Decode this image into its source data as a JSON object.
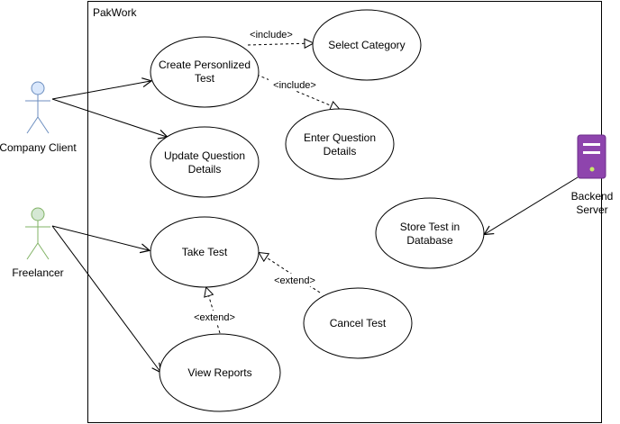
{
  "system": {
    "name": "PakWork"
  },
  "actors": {
    "company_client": {
      "label": "Company Client",
      "color": "#6c8ebf",
      "fill": "#dae8fc"
    },
    "freelancer": {
      "label": "Freelancer",
      "color": "#82b366",
      "fill": "#d5e8d4"
    },
    "backend_server": {
      "label_line1": "Backend",
      "label_line2": "Server",
      "icon": "server-icon",
      "color": "#9673a6",
      "fill": "#8e44ad"
    }
  },
  "use_cases": {
    "create_test": {
      "line1": "Create Personlized",
      "line2": "Test"
    },
    "select_category": {
      "line1": "Select Category"
    },
    "enter_details": {
      "line1": "Enter Question",
      "line2": "Details"
    },
    "update_details": {
      "line1": "Update Question",
      "line2": "Details"
    },
    "store_test": {
      "line1": "Store Test in",
      "line2": "Database"
    },
    "take_test": {
      "line1": "Take Test"
    },
    "cancel_test": {
      "line1": "Cancel Test"
    },
    "view_reports": {
      "line1": "View Reports"
    }
  },
  "relations": {
    "include_1": "<include>",
    "include_2": "<include>",
    "extend_1": "<extend>",
    "extend_2": "<extend>"
  }
}
